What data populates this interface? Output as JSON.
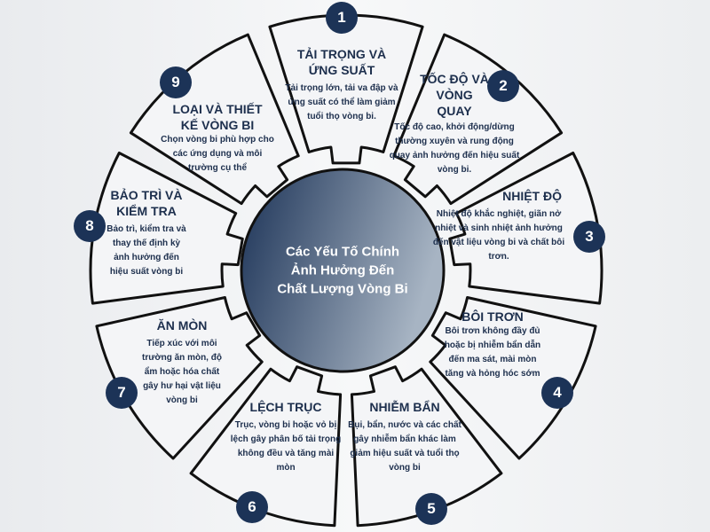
{
  "center_title": [
    "Các Yếu Tố Chính",
    "Ảnh Hưởng Đến",
    "Chất Lượng Vòng Bi"
  ],
  "colors": {
    "navy": "#1c3357",
    "center_light": "#9aa9ba"
  },
  "segments": [
    {
      "number": "1",
      "title": "TẢI TRỌNG VÀ ỨNG SUẤT",
      "desc": "Tải trọng lớn, tải va đập và ứng suất có thể làm giảm tuổi thọ vòng bi."
    },
    {
      "number": "2",
      "title": "TỐC ĐỘ VÀ VÒNG QUAY",
      "desc": "Tốc độ cao, khởi động/dừng thường xuyên và rung động quay ảnh hưởng đến hiệu suất vòng bi."
    },
    {
      "number": "3",
      "title": "NHIỆT ĐỘ",
      "desc": "Nhiệt độ khắc nghiệt, giãn nở nhiệt và sinh nhiệt ảnh hưởng đến vật liệu vòng bi và chất bôi trơn."
    },
    {
      "number": "4",
      "title": "BÔI TRƠN",
      "desc": "Bôi trơn không đầy đủ hoặc bị nhiễm bẩn dẫn đến ma sát, mài mòn tăng và hỏng hóc sớm"
    },
    {
      "number": "5",
      "title": "NHIỄM BẨN",
      "desc": "Bụi, bẩn, nước và các chất gây nhiễm bẩn khác làm giảm hiệu suất và tuổi thọ vòng bi"
    },
    {
      "number": "6",
      "title": "LỆCH TRỤC",
      "desc": "Trục, vòng bi hoặc vỏ bị lệch gây phân bố tải trọng không đều và tăng mài mòn"
    },
    {
      "number": "7",
      "title": "ĂN MÒN",
      "desc": "Tiếp xúc với môi trường ăn mòn, độ ẩm hoặc hóa chất gây hư hại vật liệu vòng bi"
    },
    {
      "number": "8",
      "title": "BẢO TRÌ VÀ KIỂM TRA",
      "desc": "Bảo trì, kiểm tra và thay thế định kỳ ảnh hưởng đến hiệu suất vòng bi"
    },
    {
      "number": "9",
      "title": "LOẠI VÀ THIẾT KẾ VÒNG BI",
      "desc": "Chọn vòng bi phù hợp cho các ứng dụng và môi trường cụ thể"
    }
  ]
}
